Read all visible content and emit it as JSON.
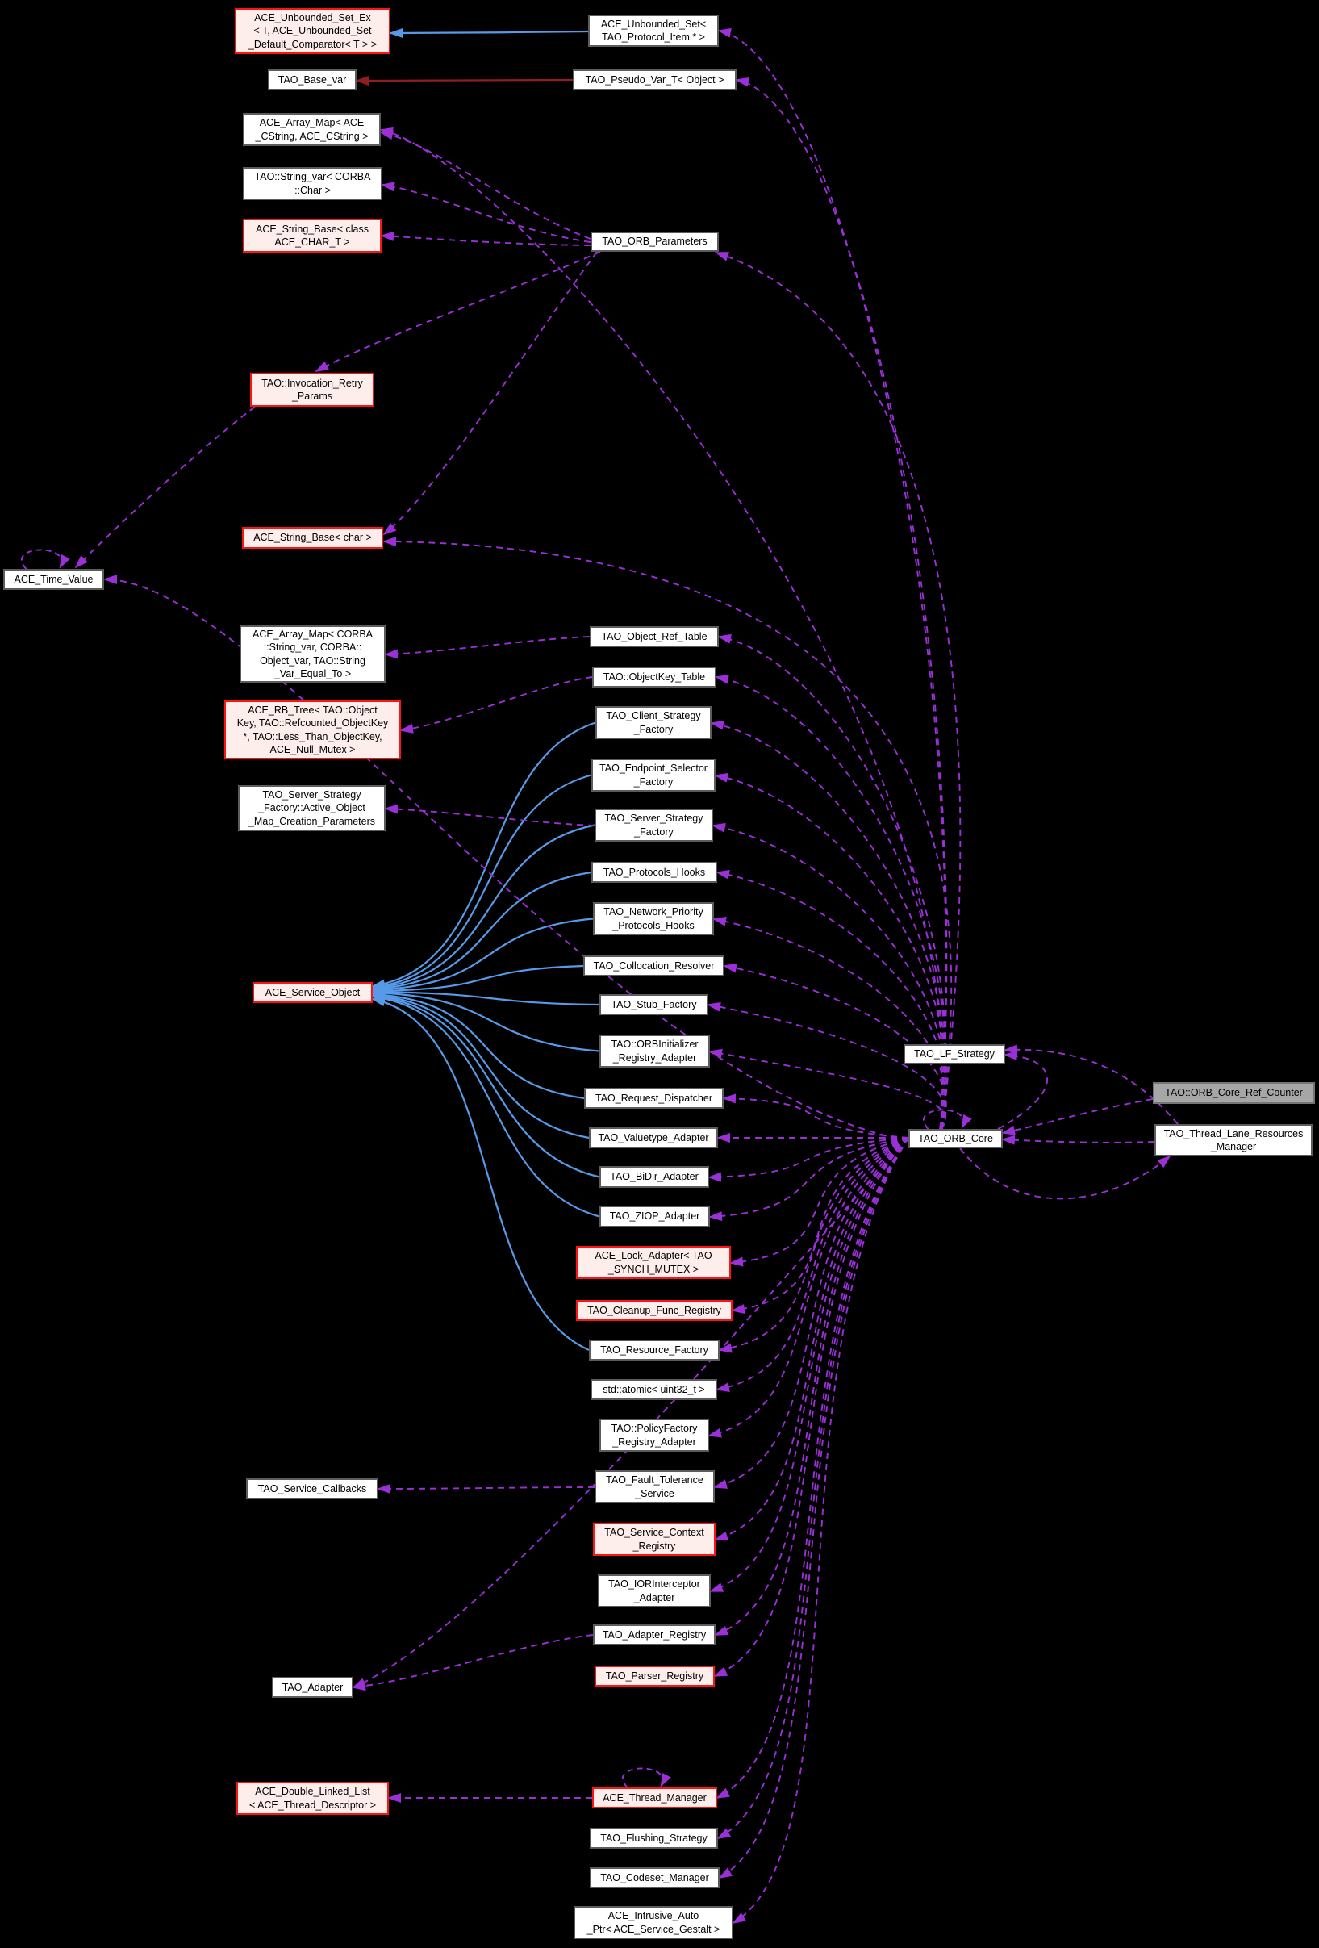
{
  "diagram": {
    "type": "doxygen-collaboration-graph",
    "current_class": "TAO::ORB_Core_Ref_Counter",
    "colors": {
      "background": "#000000",
      "usage_edge": "#9b30d9",
      "inheritance_edge": "#569ae8",
      "private_inheritance_edge": "#8f1f1f",
      "node_fill": "#ffffff",
      "node_border": "#5c5c5c",
      "red_node_border": "#ff1212",
      "red_node_fill": "#fdeeec",
      "current_node_fill": "#a6a6a6"
    },
    "nodes": [
      {
        "id": "unbounded_set_ex",
        "type": "red",
        "label": "ACE_Unbounded_Set_Ex\n< T, ACE_Unbounded_Set\n_Default_Comparator< T > >"
      },
      {
        "id": "unbounded_set",
        "type": "normal",
        "label": "ACE_Unbounded_Set<\nTAO_Protocol_Item * >"
      },
      {
        "id": "base_var",
        "type": "normal",
        "label": "TAO_Base_var"
      },
      {
        "id": "pseudo_var",
        "type": "normal",
        "label": "TAO_Pseudo_Var_T< Object >"
      },
      {
        "id": "array_map2",
        "type": "normal",
        "label": "ACE_Array_Map< ACE\n_CString, ACE_CString >"
      },
      {
        "id": "string_var_char",
        "type": "normal",
        "label": "TAO::String_var< CORBA\n::Char >"
      },
      {
        "id": "string_base_class",
        "type": "red",
        "label": "ACE_String_Base< class\nACE_CHAR_T >"
      },
      {
        "id": "orb_parameters",
        "type": "normal",
        "label": "TAO_ORB_Parameters"
      },
      {
        "id": "invocation_retry",
        "type": "red",
        "label": "TAO::Invocation_Retry\n_Params"
      },
      {
        "id": "string_base_char",
        "type": "red",
        "label": "ACE_String_Base< char >"
      },
      {
        "id": "time_value",
        "type": "normal",
        "label": "ACE_Time_Value"
      },
      {
        "id": "array_map4",
        "type": "normal",
        "label": "ACE_Array_Map< CORBA\n::String_var, CORBA::\nObject_var, TAO::String\n_Var_Equal_To >"
      },
      {
        "id": "object_ref_table",
        "type": "normal",
        "label": "TAO_Object_Ref_Table"
      },
      {
        "id": "objectkey_table",
        "type": "normal",
        "label": "TAO::ObjectKey_Table"
      },
      {
        "id": "rb_tree",
        "type": "red",
        "label": "ACE_RB_Tree< TAO::Object\nKey, TAO::Refcounted_ObjectKey\n*, TAO::Less_Than_ObjectKey,\nACE_Null_Mutex >"
      },
      {
        "id": "client_strategy",
        "type": "normal",
        "label": "TAO_Client_Strategy\n_Factory"
      },
      {
        "id": "endpoint_selector",
        "type": "normal",
        "label": "TAO_Endpoint_Selector\n_Factory"
      },
      {
        "id": "active_object_params",
        "type": "normal",
        "label": "TAO_Server_Strategy\n_Factory::Active_Object\n_Map_Creation_Parameters"
      },
      {
        "id": "server_strategy",
        "type": "normal",
        "label": "TAO_Server_Strategy\n_Factory"
      },
      {
        "id": "protocols_hooks",
        "type": "normal",
        "label": "TAO_Protocols_Hooks"
      },
      {
        "id": "network_priority",
        "type": "normal",
        "label": "TAO_Network_Priority\n_Protocols_Hooks"
      },
      {
        "id": "collocation",
        "type": "normal",
        "label": "TAO_Collocation_Resolver"
      },
      {
        "id": "stub_factory",
        "type": "normal",
        "label": "TAO_Stub_Factory"
      },
      {
        "id": "orbinitializer",
        "type": "normal",
        "label": "TAO::ORBInitializer\n_Registry_Adapter"
      },
      {
        "id": "request_dispatcher",
        "type": "normal",
        "label": "TAO_Request_Dispatcher"
      },
      {
        "id": "valuetype",
        "type": "normal",
        "label": "TAO_Valuetype_Adapter"
      },
      {
        "id": "bidir",
        "type": "normal",
        "label": "TAO_BiDir_Adapter"
      },
      {
        "id": "ziop",
        "type": "normal",
        "label": "TAO_ZIOP_Adapter"
      },
      {
        "id": "lock_adapter",
        "type": "red",
        "label": "ACE_Lock_Adapter< TAO\n_SYNCH_MUTEX >"
      },
      {
        "id": "cleanup",
        "type": "red",
        "label": "TAO_Cleanup_Func_Registry"
      },
      {
        "id": "resource_factory",
        "type": "normal",
        "label": "TAO_Resource_Factory"
      },
      {
        "id": "atomic_uint32",
        "type": "normal",
        "label": "std::atomic< uint32_t >"
      },
      {
        "id": "policyfactory",
        "type": "normal",
        "label": "TAO::PolicyFactory\n_Registry_Adapter"
      },
      {
        "id": "service_callbacks",
        "type": "normal",
        "label": "TAO_Service_Callbacks"
      },
      {
        "id": "fault_tolerance",
        "type": "normal",
        "label": "TAO_Fault_Tolerance\n_Service"
      },
      {
        "id": "service_context",
        "type": "red",
        "label": "TAO_Service_Context\n_Registry"
      },
      {
        "id": "iorinterceptor",
        "type": "normal",
        "label": "TAO_IORInterceptor\n_Adapter"
      },
      {
        "id": "adapter_registry",
        "type": "normal",
        "label": "TAO_Adapter_Registry"
      },
      {
        "id": "parser_registry",
        "type": "red",
        "label": "TAO_Parser_Registry"
      },
      {
        "id": "tao_adapter",
        "type": "normal",
        "label": "TAO_Adapter"
      },
      {
        "id": "double_linked_list",
        "type": "red",
        "label": "ACE_Double_Linked_List\n< ACE_Thread_Descriptor >"
      },
      {
        "id": "thread_manager",
        "type": "red",
        "label": "ACE_Thread_Manager"
      },
      {
        "id": "flushing",
        "type": "normal",
        "label": "TAO_Flushing_Strategy"
      },
      {
        "id": "codeset",
        "type": "normal",
        "label": "TAO_Codeset_Manager"
      },
      {
        "id": "intrusive",
        "type": "normal",
        "label": "ACE_Intrusive_Auto\n_Ptr< ACE_Service_Gestalt >"
      },
      {
        "id": "service_object",
        "type": "red",
        "label": "ACE_Service_Object"
      },
      {
        "id": "lf_strategy",
        "type": "normal",
        "label": "TAO_LF_Strategy"
      },
      {
        "id": "ref_counter",
        "type": "current",
        "label": "TAO::ORB_Core_Ref_Counter"
      },
      {
        "id": "orb_core",
        "type": "normal",
        "label": "TAO_ORB_Core"
      },
      {
        "id": "tlrm",
        "type": "normal",
        "label": "TAO_Thread_Lane_Resources\n_Manager"
      }
    ],
    "edges": [
      {
        "from": "unbounded_set",
        "to": "unbounded_set_ex",
        "style": "inherits"
      },
      {
        "from": "pseudo_var",
        "to": "base_var",
        "style": "private"
      },
      {
        "from": "client_strategy",
        "to": "service_object",
        "style": "inherits"
      },
      {
        "from": "endpoint_selector",
        "to": "service_object",
        "style": "inherits"
      },
      {
        "from": "server_strategy",
        "to": "service_object",
        "style": "inherits"
      },
      {
        "from": "protocols_hooks",
        "to": "service_object",
        "style": "inherits"
      },
      {
        "from": "network_priority",
        "to": "service_object",
        "style": "inherits"
      },
      {
        "from": "collocation",
        "to": "service_object",
        "style": "inherits"
      },
      {
        "from": "stub_factory",
        "to": "service_object",
        "style": "inherits"
      },
      {
        "from": "orbinitializer",
        "to": "service_object",
        "style": "inherits"
      },
      {
        "from": "request_dispatcher",
        "to": "service_object",
        "style": "inherits"
      },
      {
        "from": "valuetype",
        "to": "service_object",
        "style": "inherits"
      },
      {
        "from": "bidir",
        "to": "service_object",
        "style": "inherits"
      },
      {
        "from": "ziop",
        "to": "service_object",
        "style": "inherits"
      },
      {
        "from": "resource_factory",
        "to": "service_object",
        "style": "inherits"
      },
      {
        "from": "time_value",
        "to": "time_value",
        "style": "self"
      },
      {
        "from": "thread_manager",
        "to": "thread_manager",
        "style": "self"
      },
      {
        "from": "orb_core",
        "to": "orb_core",
        "style": "self"
      },
      {
        "from": "orb_parameters",
        "to": "array_map2",
        "style": "uses"
      },
      {
        "from": "orb_parameters",
        "to": "string_var_char",
        "style": "uses"
      },
      {
        "from": "orb_parameters",
        "to": "string_base_class",
        "style": "uses"
      },
      {
        "from": "orb_parameters",
        "to": "invocation_retry",
        "style": "uses"
      },
      {
        "from": "orb_parameters",
        "to": "string_base_char",
        "style": "uses"
      },
      {
        "from": "invocation_retry",
        "to": "time_value",
        "style": "uses"
      },
      {
        "from": "object_ref_table",
        "to": "array_map4",
        "style": "uses"
      },
      {
        "from": "objectkey_table",
        "to": "rb_tree",
        "style": "uses"
      },
      {
        "from": "server_strategy",
        "to": "active_object_params",
        "style": "uses"
      },
      {
        "from": "fault_tolerance",
        "to": "service_callbacks",
        "style": "uses"
      },
      {
        "from": "adapter_registry",
        "to": "tao_adapter",
        "style": "uses"
      },
      {
        "from": "thread_manager",
        "to": "double_linked_list",
        "style": "uses"
      },
      {
        "from": "ref_counter",
        "to": "orb_core",
        "style": "uses"
      },
      {
        "from": "tlrm",
        "to": "orb_core",
        "style": "uses"
      },
      {
        "from": "tlrm",
        "to": "lf_strategy",
        "style": "uses"
      },
      {
        "from": "orb_core",
        "to": "tlrm",
        "style": "uses"
      },
      {
        "from": "orb_core",
        "to": "lf_strategy",
        "style": "uses"
      },
      {
        "from": "orb_core",
        "to": "unbounded_set",
        "style": "uses"
      },
      {
        "from": "orb_core",
        "to": "pseudo_var",
        "style": "uses"
      },
      {
        "from": "orb_core",
        "to": "array_map2",
        "style": "uses"
      },
      {
        "from": "orb_core",
        "to": "orb_parameters",
        "style": "uses"
      },
      {
        "from": "orb_core",
        "to": "string_base_char",
        "style": "uses"
      },
      {
        "from": "orb_core",
        "to": "time_value",
        "style": "uses"
      },
      {
        "from": "orb_core",
        "to": "object_ref_table",
        "style": "uses"
      },
      {
        "from": "orb_core",
        "to": "objectkey_table",
        "style": "uses"
      },
      {
        "from": "orb_core",
        "to": "client_strategy",
        "style": "uses"
      },
      {
        "from": "orb_core",
        "to": "endpoint_selector",
        "style": "uses"
      },
      {
        "from": "orb_core",
        "to": "server_strategy",
        "style": "uses"
      },
      {
        "from": "orb_core",
        "to": "protocols_hooks",
        "style": "uses"
      },
      {
        "from": "orb_core",
        "to": "network_priority",
        "style": "uses"
      },
      {
        "from": "orb_core",
        "to": "collocation",
        "style": "uses"
      },
      {
        "from": "orb_core",
        "to": "stub_factory",
        "style": "uses"
      },
      {
        "from": "orb_core",
        "to": "orbinitializer",
        "style": "uses"
      },
      {
        "from": "orb_core",
        "to": "request_dispatcher",
        "style": "uses"
      },
      {
        "from": "orb_core",
        "to": "valuetype",
        "style": "uses"
      },
      {
        "from": "orb_core",
        "to": "bidir",
        "style": "uses"
      },
      {
        "from": "orb_core",
        "to": "ziop",
        "style": "uses"
      },
      {
        "from": "orb_core",
        "to": "lock_adapter",
        "style": "uses"
      },
      {
        "from": "orb_core",
        "to": "cleanup",
        "style": "uses"
      },
      {
        "from": "orb_core",
        "to": "resource_factory",
        "style": "uses"
      },
      {
        "from": "orb_core",
        "to": "atomic_uint32",
        "style": "uses"
      },
      {
        "from": "orb_core",
        "to": "policyfactory",
        "style": "uses"
      },
      {
        "from": "orb_core",
        "to": "fault_tolerance",
        "style": "uses"
      },
      {
        "from": "orb_core",
        "to": "service_context",
        "style": "uses"
      },
      {
        "from": "orb_core",
        "to": "iorinterceptor",
        "style": "uses"
      },
      {
        "from": "orb_core",
        "to": "adapter_registry",
        "style": "uses"
      },
      {
        "from": "orb_core",
        "to": "parser_registry",
        "style": "uses"
      },
      {
        "from": "orb_core",
        "to": "tao_adapter",
        "style": "uses"
      },
      {
        "from": "orb_core",
        "to": "thread_manager",
        "style": "uses"
      },
      {
        "from": "orb_core",
        "to": "flushing",
        "style": "uses"
      },
      {
        "from": "orb_core",
        "to": "codeset",
        "style": "uses"
      },
      {
        "from": "orb_core",
        "to": "intrusive",
        "style": "uses"
      }
    ]
  }
}
